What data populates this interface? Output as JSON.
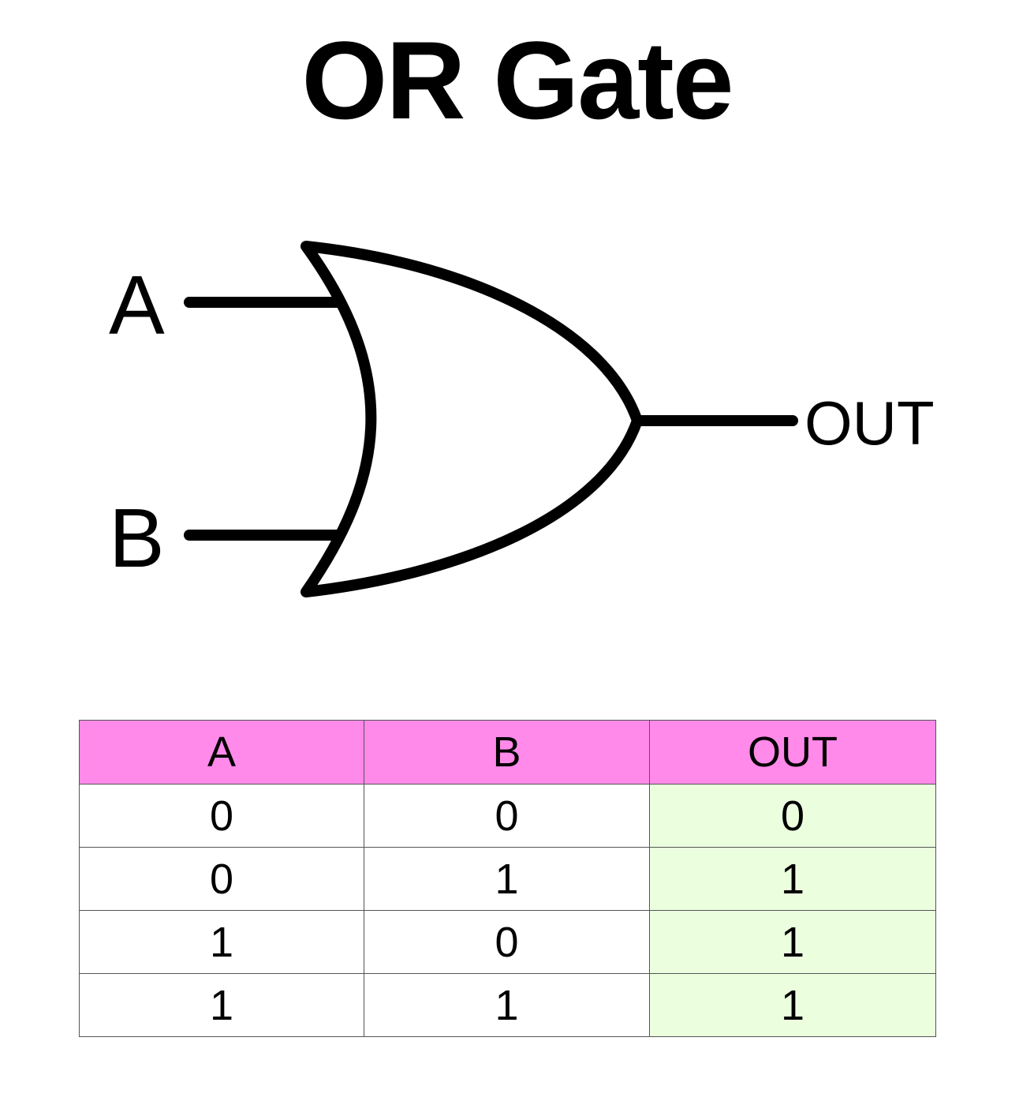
{
  "title": "OR Gate",
  "gate": {
    "input_a_label": "A",
    "input_b_label": "B",
    "output_label": "OUT"
  },
  "truth_table": {
    "headers": [
      "A",
      "B",
      "OUT"
    ],
    "rows": [
      [
        "0",
        "0",
        "0"
      ],
      [
        "0",
        "1",
        "1"
      ],
      [
        "1",
        "0",
        "1"
      ],
      [
        "1",
        "1",
        "1"
      ]
    ]
  },
  "colors": {
    "header_bg": "#ff8ae9",
    "output_column_bg": "#ebffdf",
    "stroke": "#000000"
  }
}
